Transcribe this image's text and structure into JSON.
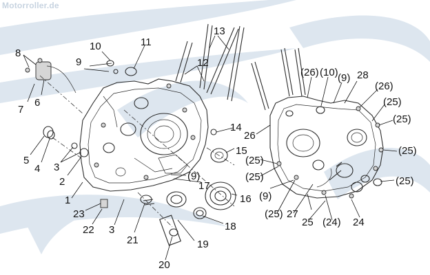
{
  "watermark": "Motorroller.de",
  "colors": {
    "background": "#ffffff",
    "watermark_swoosh": "#d9e3ee",
    "line": "#2a2a2a"
  },
  "callouts": [
    {
      "id": "c8",
      "text": "8"
    },
    {
      "id": "c7",
      "text": "7"
    },
    {
      "id": "c6",
      "text": "6"
    },
    {
      "id": "c5",
      "text": "5"
    },
    {
      "id": "c4",
      "text": "4"
    },
    {
      "id": "c3a",
      "text": "3"
    },
    {
      "id": "c2",
      "text": "2"
    },
    {
      "id": "c1",
      "text": "1"
    },
    {
      "id": "c23",
      "text": "23"
    },
    {
      "id": "c22",
      "text": "22"
    },
    {
      "id": "c3b",
      "text": "3"
    },
    {
      "id": "c21",
      "text": "21"
    },
    {
      "id": "c20",
      "text": "20"
    },
    {
      "id": "c19",
      "text": "19"
    },
    {
      "id": "c18",
      "text": "18"
    },
    {
      "id": "c16",
      "text": "16"
    },
    {
      "id": "c17",
      "text": "17"
    },
    {
      "id": "c9b",
      "text": "(9)"
    },
    {
      "id": "c15",
      "text": "15"
    },
    {
      "id": "c14",
      "text": "14"
    },
    {
      "id": "c9a",
      "text": "9"
    },
    {
      "id": "c10a",
      "text": "10"
    },
    {
      "id": "c11",
      "text": "11"
    },
    {
      "id": "c12",
      "text": "12"
    },
    {
      "id": "c13",
      "text": "13"
    },
    {
      "id": "c26a",
      "text": "(26)"
    },
    {
      "id": "c10b",
      "text": "(10)"
    },
    {
      "id": "c9c",
      "text": "(9)"
    },
    {
      "id": "c28",
      "text": "28"
    },
    {
      "id": "c26b",
      "text": "(26)"
    },
    {
      "id": "c25a",
      "text": "(25)"
    },
    {
      "id": "c25b",
      "text": "(25)"
    },
    {
      "id": "c25c",
      "text": "(25)"
    },
    {
      "id": "c25d",
      "text": "(25)"
    },
    {
      "id": "c26c",
      "text": "26"
    },
    {
      "id": "c25e",
      "text": "(25)"
    },
    {
      "id": "c25f",
      "text": "(25)"
    },
    {
      "id": "c9d",
      "text": "(9)"
    },
    {
      "id": "c25g",
      "text": "(25)"
    },
    {
      "id": "c27",
      "text": "27"
    },
    {
      "id": "c25h",
      "text": "25"
    },
    {
      "id": "c24a",
      "text": "(24)"
    },
    {
      "id": "c24b",
      "text": "24"
    }
  ]
}
